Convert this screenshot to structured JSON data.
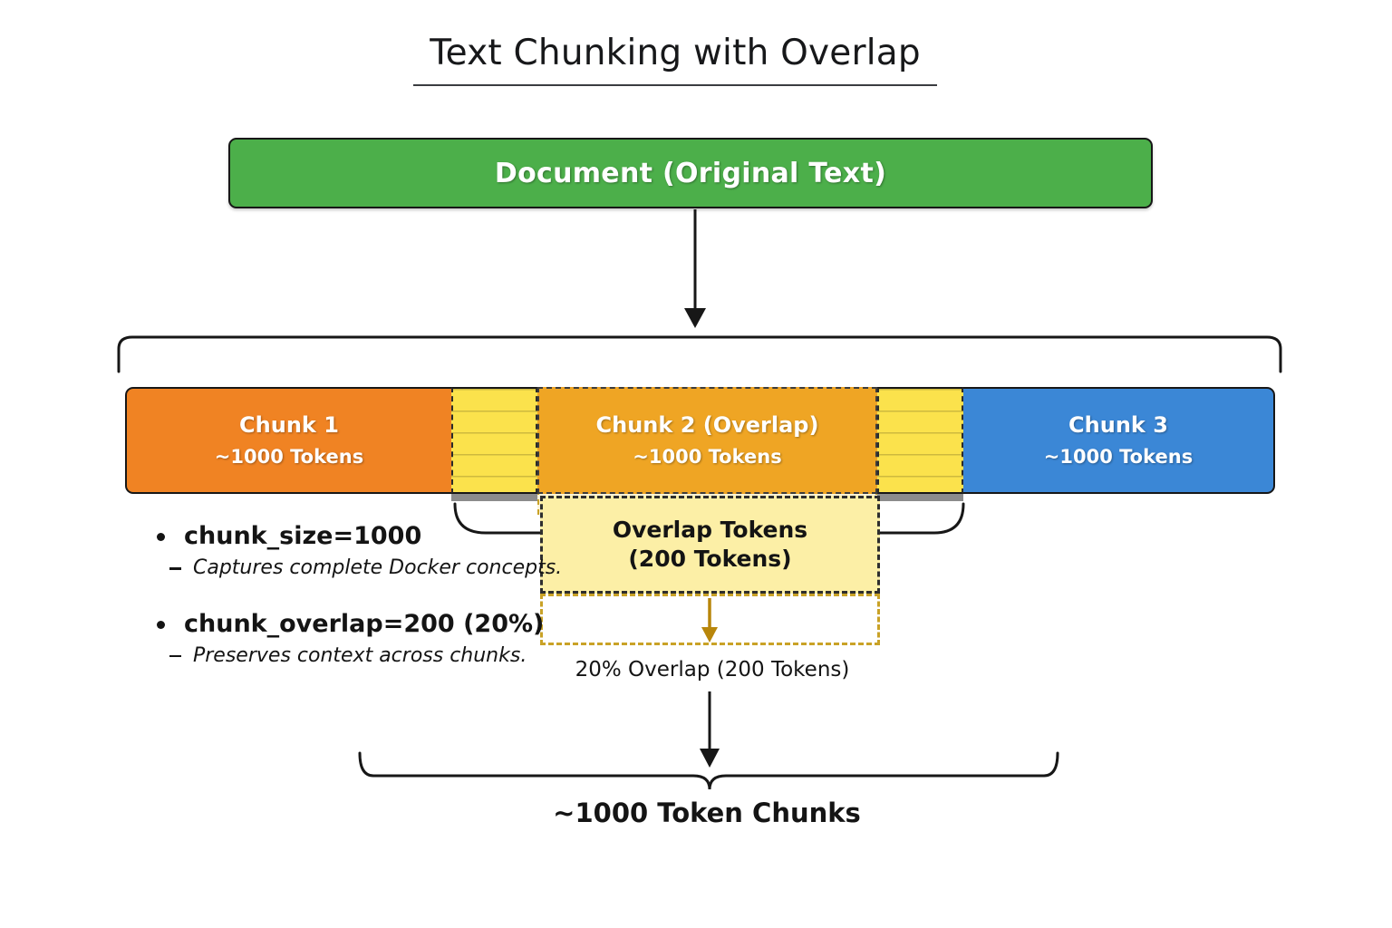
{
  "page": {
    "title": "Text Chunking with Overlap",
    "background": "#FFFFFF"
  },
  "document_bar": {
    "label": "Document (Original Text)",
    "color": "#4CAF4A"
  },
  "chunks": [
    {
      "name": "Chunk 1",
      "tokens": "~1000 Tokens",
      "color": "#F08323"
    },
    {
      "name": "Chunk 2 (Overlap)",
      "tokens": "~1000 Tokens",
      "color": "#EFA524"
    },
    {
      "name": "Chunk 3",
      "tokens": "~1000 Tokens",
      "color": "#3B87D6"
    }
  ],
  "overlap_region": {
    "color": "#FBE24C",
    "box_title": "Overlap Tokens",
    "box_subtitle": "(200 Tokens)",
    "caption": "20% Overlap (200 Tokens)"
  },
  "bullets": [
    {
      "main": "chunk_size=1000",
      "sub": "Captures complete Docker concepts."
    },
    {
      "main": "chunk_overlap=200 (20%)",
      "sub": "Preserves context across chunks."
    }
  ],
  "bottom_label": "~1000 Token Chunks",
  "colors": {
    "outline": "#171717",
    "dashed_dark": "#2E2E2E",
    "dashed_gold": "#C9A227",
    "gray_strip": "#8C8C8C",
    "cream": "#FBF3D6",
    "overlap_box_fill": "#FCEFA6",
    "text_dark": "#141414",
    "text_light": "#FFFFFF"
  }
}
